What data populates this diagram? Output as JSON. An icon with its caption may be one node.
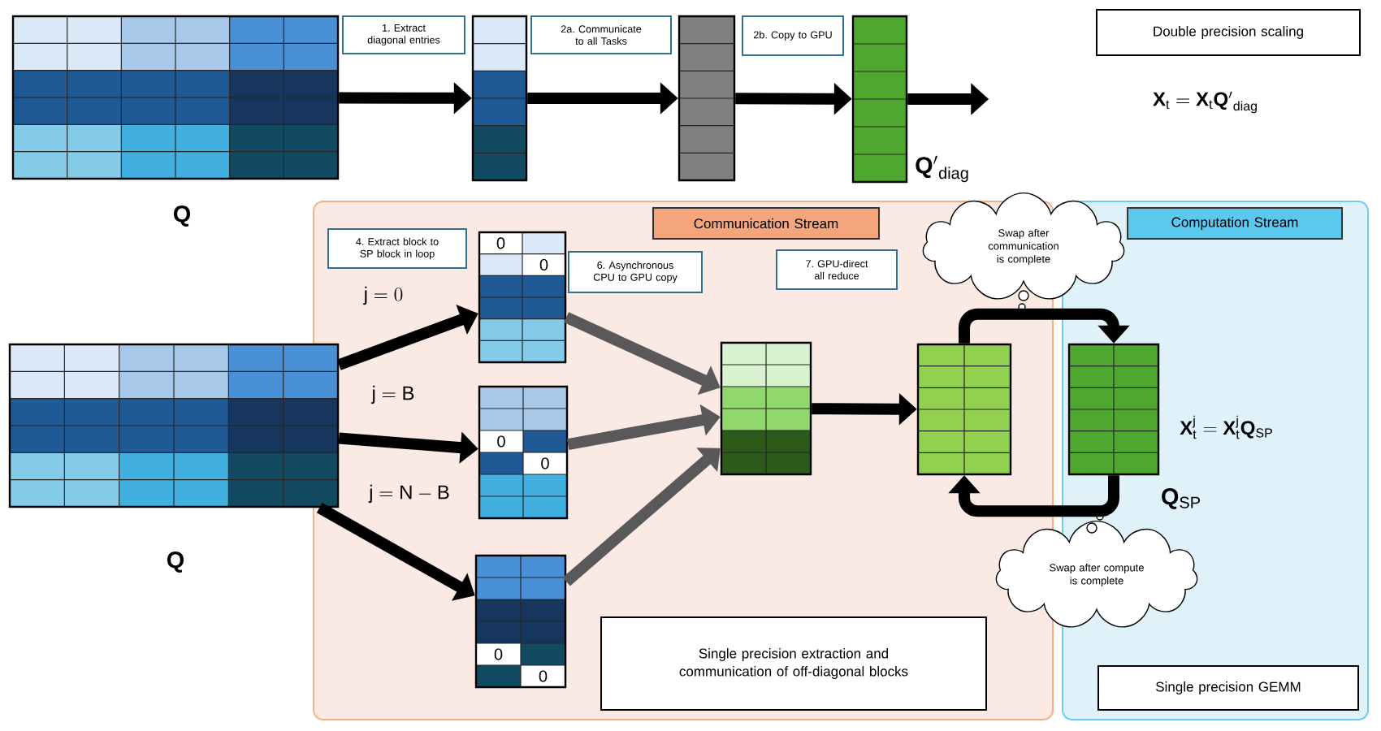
{
  "diagram": {
    "nodes": [
      {
        "text": [],
        "shape": "box",
        "beside": [
          "\\mathbf{Q}"
        ]
      },
      {
        "text": [
          "1. Extract diagonal entries"
        ]
      },
      {
        "text": [],
        "shape": "box"
      },
      {
        "text": [
          "2a. Communicate to all Tasks"
        ]
      },
      {
        "text": [],
        "shape": "box"
      },
      {
        "text": [
          "2b. Copy to GPU"
        ]
      },
      {
        "text": [],
        "shape": "box",
        "beside": [
          "\\mathbf{Q'}_{\\mathrm{diag}}"
        ]
      },
      {
        "text": [
          "Double precision scaling"
        ]
      },
      {
        "text": [],
        "shape": "box",
        "beside": [
          "\\mathbf{Q}"
        ]
      },
      {
        "text": [],
        "shape": "box"
      },
      {
        "text": [
          "Communication Stream"
        ],
        "in": 9
      },
      {
        "text": [
          "4. Extract block to SP block in loop"
        ],
        "in": 9
      },
      {
        "text": [
          "0",
          "0"
        ],
        "in": 9
      },
      {
        "text": [
          "6. Asynchronous CPU to GPU copy"
        ],
        "in": 9
      },
      {
        "text": [
          "7. GPU-direct all reduce"
        ],
        "in": 9
      },
      {
        "text": [
          "0",
          "0"
        ],
        "in": 9
      },
      {
        "text": [
          "0",
          "0"
        ],
        "in": 9
      },
      {
        "text": [],
        "shape": "box",
        "in": 9
      },
      {
        "text": [],
        "shape": "box",
        "in": 9
      },
      {
        "text": [
          "Single precision extraction and communication of off-diagonal blocks"
        ],
        "in": 9
      },
      {
        "text": [],
        "shape": "box"
      },
      {
        "text": [
          "Computation Stream"
        ],
        "in": 20
      },
      {
        "text": [],
        "shape": "box",
        "in": 20,
        "beside": [
          "\\mathbf{Q}_{\\mathrm{SP}}"
        ]
      },
      {
        "text": [
          "Single precision GEMM"
        ],
        "in": 20
      },
      {
        "text": [
          "Swap after communication is complete"
        ]
      },
      {
        "text": [
          "Swap after compute is complete"
        ]
      }
    ],
    "edges": [
      {
        "from": 0,
        "to": 2,
        "arrow": "to"
      },
      {
        "from": 2,
        "to": 4,
        "arrow": "to"
      },
      {
        "from": 4,
        "to": 6,
        "arrow": "to"
      },
      {
        "from": 6,
        "to": null,
        "arrow": "to"
      },
      {
        "from": 8,
        "to": 12,
        "arrow": "to",
        "label": "\\mathrm{j} = 0"
      },
      {
        "from": 8,
        "to": 15,
        "arrow": "to",
        "label": "\\mathrm{j} = \\mathrm{B}"
      },
      {
        "from": 8,
        "to": 16,
        "arrow": "to",
        "label": "\\mathrm{j} = \\mathrm{N} - \\mathrm{B}"
      },
      {
        "from": 12,
        "to": 17,
        "arrow": "to",
        "color": "#595959"
      },
      {
        "from": 15,
        "to": 17,
        "arrow": "to",
        "color": "#595959"
      },
      {
        "from": 16,
        "to": 17,
        "arrow": "to",
        "color": "#595959"
      },
      {
        "from": 17,
        "to": 18,
        "arrow": "to"
      },
      {
        "from": 18,
        "to": 22,
        "arrow": "to"
      },
      {
        "from": 22,
        "to": 18,
        "arrow": "to"
      }
    ],
    "labels": [
      "\\mathbf{X}_{\\mathrm{t}} = \\mathbf{X}_{\\mathrm{t}}\\mathbf{Q'}_{\\mathrm{diag}}",
      "\\mathbf{X}^{\\mathrm{j}}_{\\mathrm{t}} = \\mathbf{X}^{\\mathrm{j}}_{\\mathrm{t}}\\mathbf{Q}_{\\mathrm{SP}}"
    ]
  }
}
